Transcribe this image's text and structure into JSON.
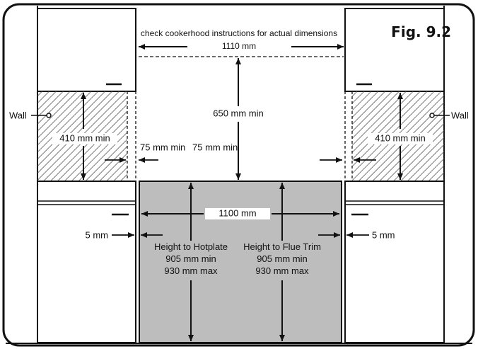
{
  "figure": {
    "label": "Fig. 9.2",
    "instruction": "check cookerhood instructions for actual dimensions"
  },
  "dimensions": {
    "hood_width": "1110 mm",
    "hood_height_min": "650 mm min",
    "wall_side_min_left": "410 mm min",
    "wall_side_min_right": "410 mm min",
    "side_clearance_left": "75 mm min",
    "side_clearance_right": "75 mm min",
    "cooker_width": "1100 mm",
    "gap_left": "5 mm",
    "gap_right": "5 mm"
  },
  "labels": {
    "wall_left": "Wall",
    "wall_right": "Wall",
    "hotplate": {
      "title": "Height to Hotplate",
      "min": "905 mm min",
      "max": "930 mm max"
    },
    "flue_trim": {
      "title": "Height to Flue Trim",
      "min": "905 mm min",
      "max": "930 mm max"
    }
  },
  "colors": {
    "line": "#111111",
    "cooker_fill": "#bdbdbd",
    "hatch": "#555555",
    "background": "#ffffff"
  }
}
